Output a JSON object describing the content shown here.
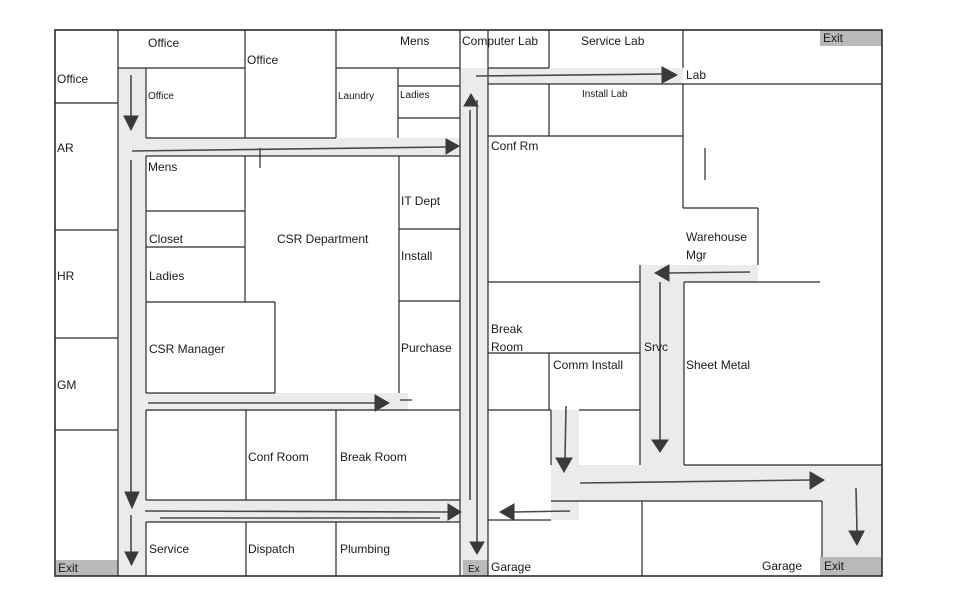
{
  "rooms": {
    "office_left": "Office",
    "office_top": "Office",
    "office_small": "Office",
    "office_tall": "Office",
    "ar": "AR",
    "hr": "HR",
    "gm": "GM",
    "mens_top": "Mens",
    "computer_lab": "Computer Lab",
    "service_lab": "Service Lab",
    "lab": "Lab",
    "install_lab": "Install Lab",
    "laundry": "Laundry",
    "ladies_top": "Ladies",
    "conf_rm": "Conf Rm",
    "mens_left": "Mens",
    "closet": "Closet",
    "ladies_left": "Ladies",
    "csr_department": "CSR Department",
    "it_dept": "IT Dept",
    "install": "Install",
    "warehouse_mgr_line1": "Warehouse",
    "warehouse_mgr_line2": "Mgr",
    "csr_manager": "CSR Manager",
    "purchase": "Purchase",
    "break_room_right_line1": "Break",
    "break_room_right_line2": "Room",
    "srvc": "Srvc",
    "comm_install": "Comm Install",
    "sheet_metal": "Sheet Metal",
    "conf_room": "Conf Room",
    "break_room": "Break Room",
    "service": "Service",
    "dispatch": "Dispatch",
    "plumbing": "Plumbing",
    "garage_center": "Garage",
    "garage_right": "Garage"
  },
  "exits": {
    "top_right": "Exit",
    "bottom_left": "Exit",
    "bottom_center": "Ex",
    "bottom_right": "Exit"
  },
  "colors": {
    "wall": "#2b2b2b",
    "corridor": "#ebebeb",
    "exit_box": "#b9b9b9",
    "arrow": "#3a3a3a"
  }
}
